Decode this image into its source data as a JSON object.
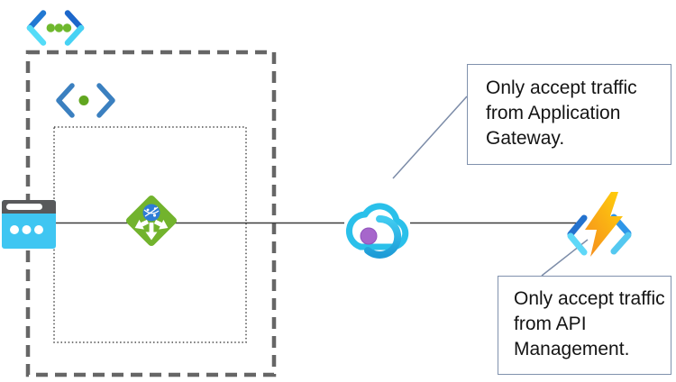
{
  "callouts": {
    "application_gateway": {
      "text": "Only accept traffic from Application Gateway."
    },
    "api_management": {
      "text": "Only accept traffic from API Management."
    }
  },
  "icons": {
    "api_management_icon": "angle brackets with three green dots",
    "api_app_icon": "angle brackets with one green dot",
    "web_app_icon": "browser window with three dots",
    "application_gateway_icon": "green diamond with globe and arrows",
    "api_management_cloud_icon": "cyan cloud with swirl and purple dot",
    "function_app_icon": "lightning bolt in angle brackets"
  },
  "colors": {
    "dashed_boundary": "#666666",
    "dotted_boundary": "#4d4d4d",
    "connection_line": "#3d3d3d",
    "callout_connector": "#7C8CA8",
    "callout_border": "#8091AD",
    "bracket_blue": "#2178D2",
    "bracket_cyan": "#54DCF8",
    "dot_green": "#6FB82E",
    "gateway_green": "#72B32D",
    "globe_blue": "#2E7CD6",
    "cloud_cyan": "#2AC0EA",
    "purple_dot": "#A666CB",
    "bolt_yellow": "#FFD10A",
    "bolt_orange": "#F58B1F",
    "web_app_gray": "#58595B",
    "web_app_cyan": "#3FC6F2"
  }
}
